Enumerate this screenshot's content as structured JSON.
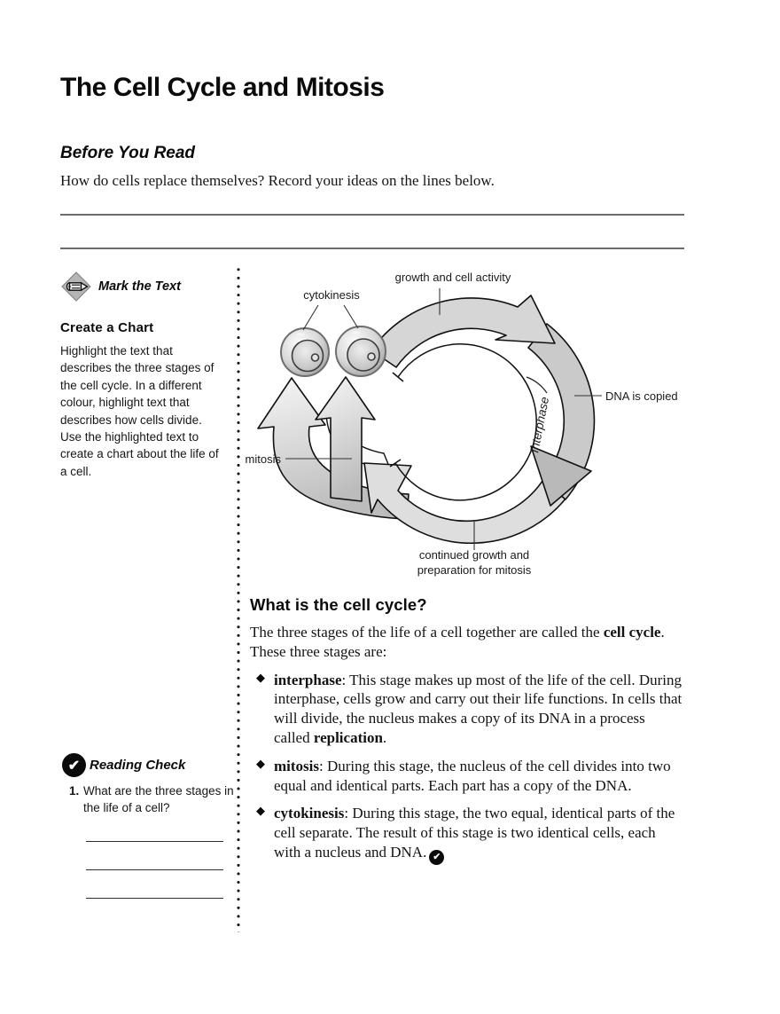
{
  "document": {
    "title": "The Cell Cycle and Mitosis",
    "before_you_read": {
      "heading": "Before You Read",
      "prompt": "How do cells replace themselves? Record your ideas on the lines below."
    }
  },
  "sidebar": {
    "mark_the_text": {
      "icon": "highlighter-diamond-icon",
      "label": "Mark the Text"
    },
    "create_a_chart": {
      "heading": "Create a Chart",
      "body": "Highlight the text that describes the three stages of the cell cycle. In a different colour, highlight text that describes how cells divide. Use the highlighted text to create a chart about the life of a cell."
    },
    "reading_check": {
      "icon": "checkmark-circle-icon",
      "label": "Reading Check",
      "question_number": "1.",
      "question": "What are the three stages in the life of a cell?",
      "answer_lines": 3
    }
  },
  "diagram": {
    "type": "cell-cycle-diagram",
    "labels": {
      "top": "growth and cell activity",
      "cells": "cytokinesis",
      "right": "DNA is copied",
      "inner": "Interphase",
      "left": "mitosis",
      "bottom_line1": "continued growth and",
      "bottom_line2": "preparation for mitosis"
    },
    "colors": {
      "ring_fill": "#d6d6d6",
      "arrowhead_dark": "#b9b9b9",
      "outline": "#111111"
    }
  },
  "main": {
    "heading": "What is the cell cycle?",
    "intro": {
      "pre": "The three stages of the life of a cell together are called the ",
      "bold": "cell cycle",
      "post": ". These three stages are:"
    },
    "bullets": [
      {
        "term": "interphase",
        "text1": ": This stage makes up most of the life of the cell. During interphase, cells grow and carry out their life functions. In cells that will divide, the nucleus makes a copy of its DNA in a process called ",
        "bold2": "replication",
        "text2": "."
      },
      {
        "term": "mitosis",
        "text1": ": During this stage, the nucleus of the cell divides into two equal and identical parts. Each part has a copy of the DNA.",
        "bold2": "",
        "text2": ""
      },
      {
        "term": "cytokinesis",
        "text1": ": During this stage, the two equal, identical parts of the cell separate. The result of this stage is two identical cells, each with a nucleus and DNA.",
        "bold2": "",
        "text2": ""
      }
    ]
  },
  "icons": {
    "check_glyph": "✔",
    "bullet_glyph": "◆"
  }
}
